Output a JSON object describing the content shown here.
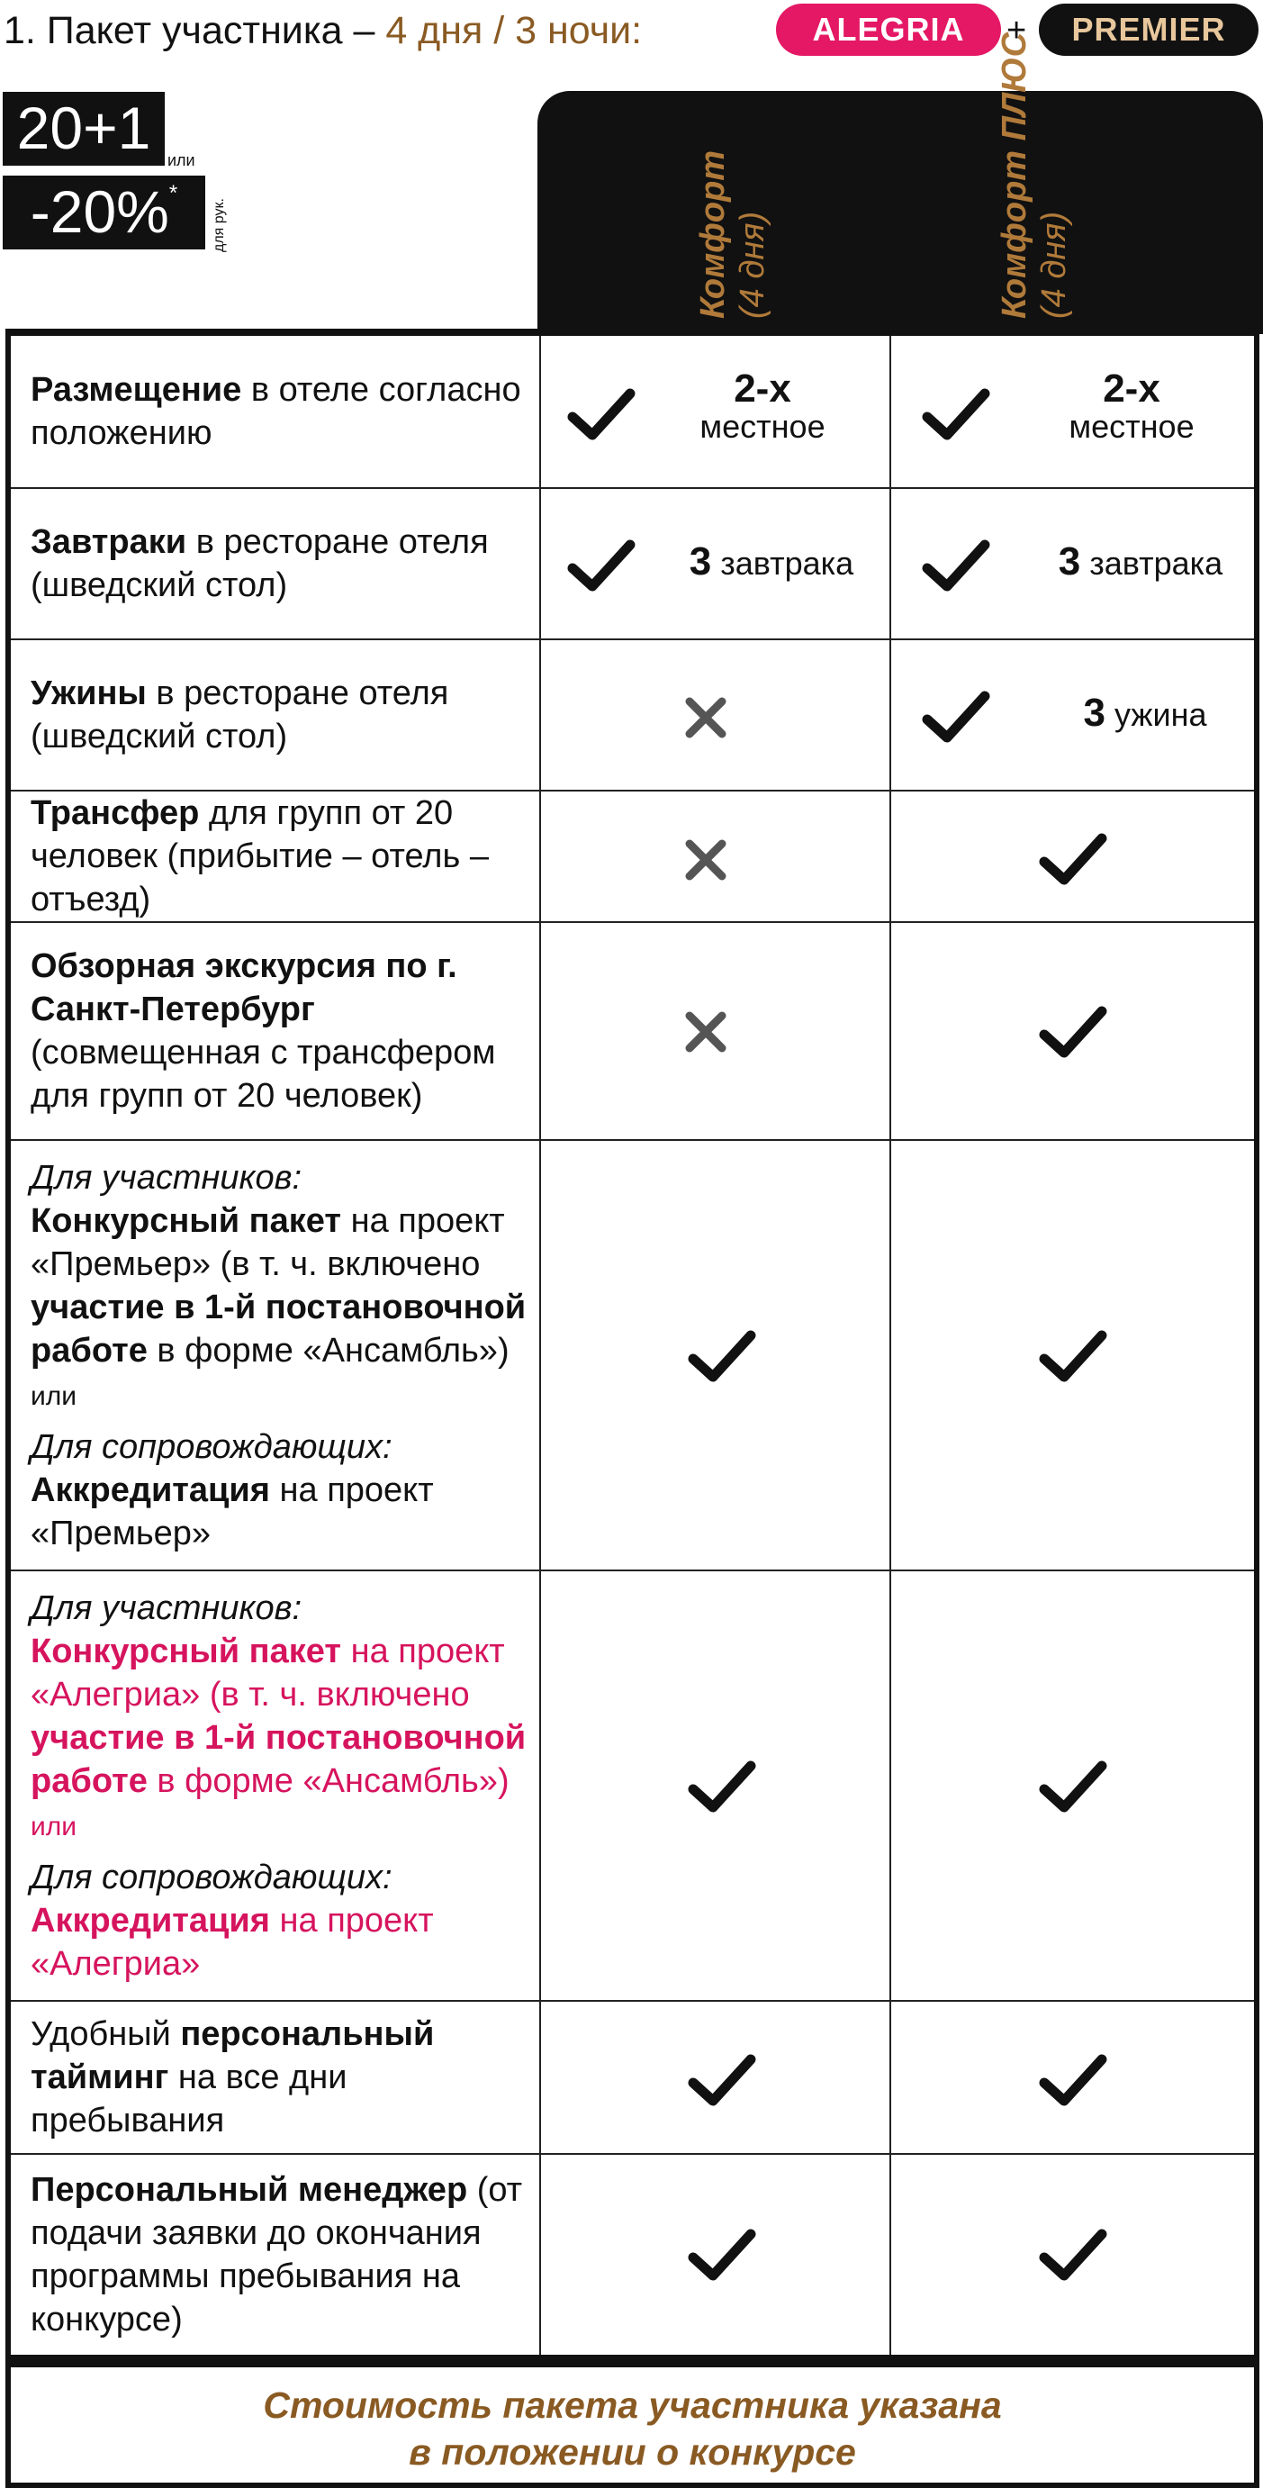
{
  "header": {
    "title_main": "1. Пакет участника – ",
    "title_accent": "4 дня / 3 ночи:",
    "badge_alegria": "ALEGRIA",
    "plus": "+",
    "badge_premier": "PREMIER"
  },
  "promo": {
    "offer1": "20+1",
    "or_text": "или",
    "offer2": "-20%",
    "asterisk": "*",
    "note": "для рук."
  },
  "columns": [
    {
      "name": "Комфорт",
      "sub": "(4 дня)"
    },
    {
      "name": "Комфорт ПЛЮС",
      "sub": "(4 дня)"
    }
  ],
  "rows": {
    "r1": {
      "bold": "Размещение",
      "rest": " в отеле согласно положению",
      "c1_big": "2-х",
      "c1_small": "местное",
      "c2_big": "2-х",
      "c2_small": "местное"
    },
    "r2": {
      "bold": "Завтраки",
      "rest": " в ресторане отеля (шведский стол)",
      "c1_num": "3",
      "c1_word": " завтрака",
      "c2_num": "3",
      "c2_word": " завтрака"
    },
    "r3": {
      "bold": "Ужины",
      "rest": " в ресторане отеля (шведский стол)",
      "c2_num": "3",
      "c2_word": " ужина"
    },
    "r4": {
      "bold": "Трансфер",
      "rest": " для групп от 20 человек (прибытие – отель – отъезд)"
    },
    "r5": {
      "bold": "Обзорная экскурсия по г. Санкт-Петербург",
      "rest": " (совмещенная с трансфером для групп от 20 человек)"
    },
    "r6": {
      "lead": "Для участников:",
      "b1": "Конкурсный пакет",
      "t1": " на проект «Премьер» (в т. ч. включено ",
      "b2": "участие в 1-й постановочной работе",
      "t2": " в форме «Ансамбль») ",
      "or": "или",
      "lead2": "Для сопровождающих:",
      "b3": "Аккредитация",
      "t3": " на проект «Премьер»"
    },
    "r7": {
      "lead": "Для участников:",
      "b1": "Конкурсный пакет",
      "t1": " на проект «Алегриа» (в т. ч. включено ",
      "b2": "участие в 1-й постановочной работе",
      "t2": " в форме «Ансамбль») ",
      "or": "или",
      "lead2": "Для сопровождающих:",
      "b3": "Аккредитация",
      "t3": " на проект «Алегриа»"
    },
    "r8": {
      "pre": "Удобный ",
      "bold": "персональный тайминг",
      "rest": " на все дни пребывания"
    },
    "r9": {
      "bold": "Персональный менеджер",
      "rest": " (от подачи заявки до окончания программы пребывания на конкурсе)"
    }
  },
  "footer": {
    "line1": "Стоимость пакета участника указана",
    "line2": "в положении о конкурсе"
  },
  "colors": {
    "accent": "#8a5a23",
    "pink": "#e41864",
    "dark": "#111111"
  }
}
